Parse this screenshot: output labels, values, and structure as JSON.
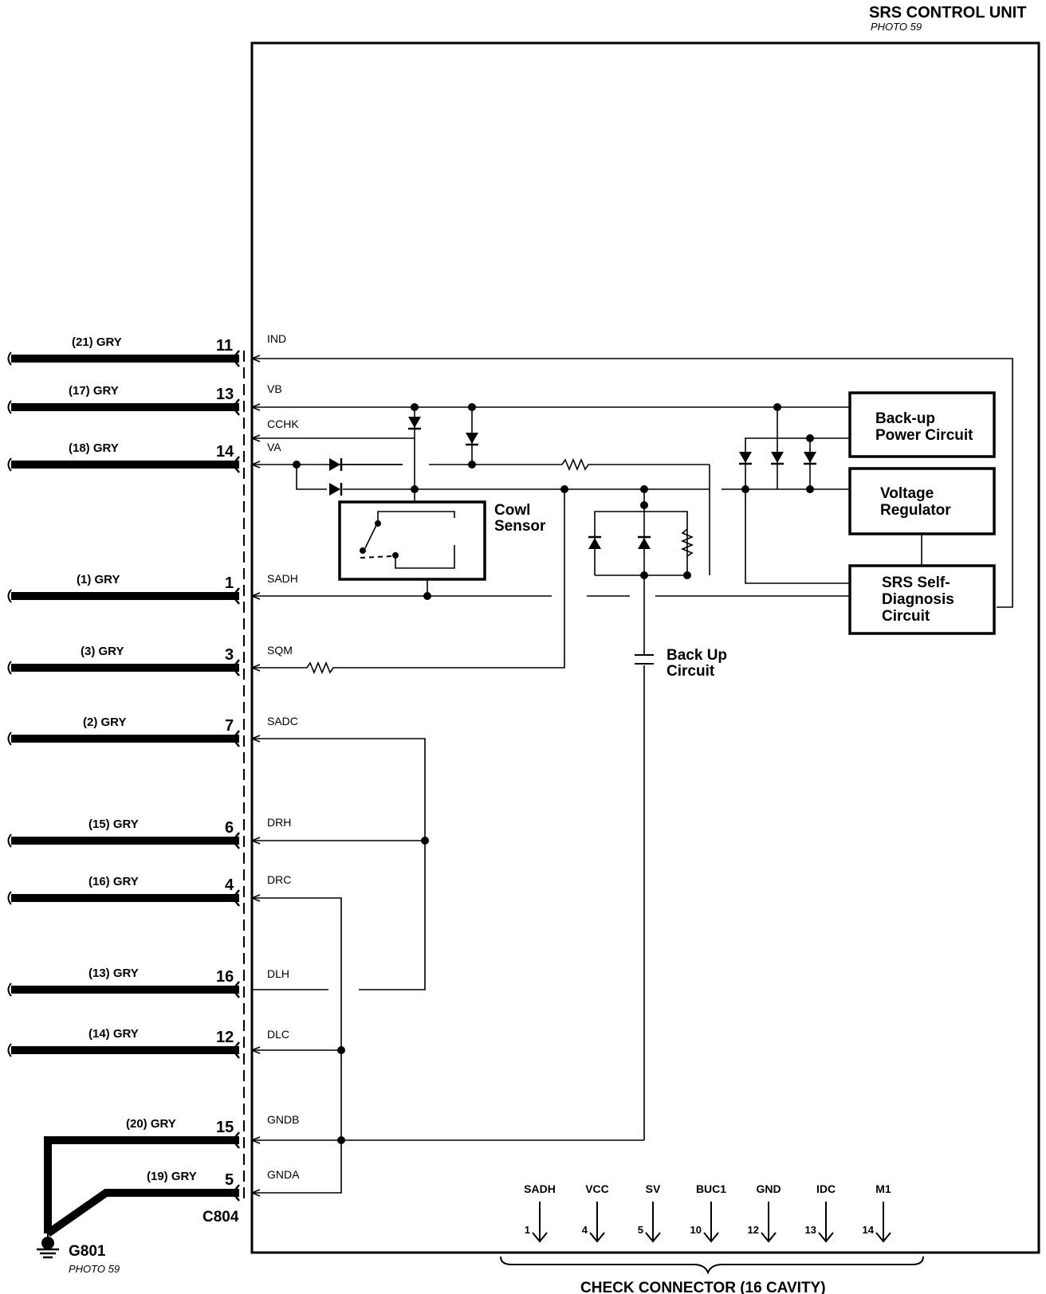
{
  "unit": {
    "title": "SRS CONTROL UNIT",
    "photo": "PHOTO 59"
  },
  "connector": {
    "name": "C804"
  },
  "ground": {
    "name": "G801",
    "photo": "PHOTO 59"
  },
  "pins": [
    {
      "wire": "(21) GRY",
      "pin": "11",
      "signal": "IND"
    },
    {
      "wire": "(17)  GRY",
      "pin": "13",
      "signal": "VB"
    },
    {
      "wire": "",
      "pin": "",
      "signal": "CCHK"
    },
    {
      "wire": "(18)  GRY",
      "pin": "14",
      "signal": "VA"
    },
    {
      "wire": "(1)  GRY",
      "pin": "1",
      "signal": "SADH"
    },
    {
      "wire": "(3) GRY",
      "pin": "3",
      "signal": "SQM"
    },
    {
      "wire": "(2) GRY",
      "pin": "7",
      "signal": "SADC"
    },
    {
      "wire": "(15)  GRY",
      "pin": "6",
      "signal": "DRH"
    },
    {
      "wire": "(16) GRY",
      "pin": "4",
      "signal": "DRC"
    },
    {
      "wire": "(13) GRY",
      "pin": "16",
      "signal": "DLH"
    },
    {
      "wire": "(14) GRY",
      "pin": "12",
      "signal": "DLC"
    },
    {
      "wire": "(20)  GRY",
      "pin": "15",
      "signal": "GNDB"
    },
    {
      "wire": "(19) GRY",
      "pin": "5",
      "signal": "GNDA"
    }
  ],
  "blocks": {
    "backup_power": [
      "Back-up",
      "Power Circuit"
    ],
    "voltage_regulator": [
      "Voltage",
      "Regulator"
    ],
    "self_diagnosis": [
      "SRS Self-",
      "Diagnosis",
      "Circuit"
    ],
    "cowl_sensor": [
      "Cowl",
      "Sensor"
    ],
    "backup_circuit": [
      "Back Up",
      "Circuit"
    ]
  },
  "check_connector": {
    "title": "CHECK CONNECTOR (16 CAVITY)",
    "terminals": [
      {
        "name": "SADH",
        "num": "1"
      },
      {
        "name": "VCC",
        "num": "4"
      },
      {
        "name": "SV",
        "num": "5"
      },
      {
        "name": "BUC1",
        "num": "10"
      },
      {
        "name": "GND",
        "num": "12"
      },
      {
        "name": "IDC",
        "num": "13"
      },
      {
        "name": "M1",
        "num": "14"
      }
    ]
  }
}
